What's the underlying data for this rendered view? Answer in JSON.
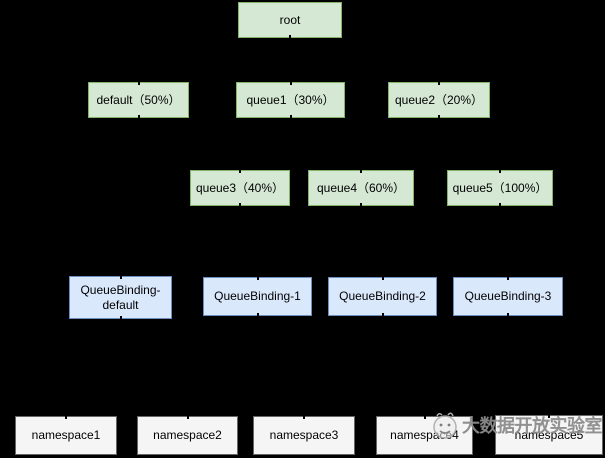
{
  "diagram": {
    "root": {
      "label": "root"
    },
    "level1": [
      {
        "label": "default（50%）"
      },
      {
        "label": "queue1（30%）"
      },
      {
        "label": "queue2（20%）"
      }
    ],
    "level2": [
      {
        "label": "queue3（40%）"
      },
      {
        "label": "queue4（60%）"
      },
      {
        "label": "queue5（100%）"
      }
    ],
    "bindings": [
      {
        "label": "QueueBinding-default"
      },
      {
        "label": "QueueBinding-1"
      },
      {
        "label": "QueueBinding-2"
      },
      {
        "label": "QueueBinding-3"
      }
    ],
    "namespaces": [
      {
        "label": "namespace1"
      },
      {
        "label": "namespace2"
      },
      {
        "label": "namespace3"
      },
      {
        "label": "namespace4"
      },
      {
        "label": "namespace5"
      }
    ],
    "colors": {
      "background": "#000000",
      "queue_fill": "#d5e8d4",
      "queue_border": "#82b366",
      "binding_fill": "#dae8fc",
      "binding_border": "#6c8ebf",
      "namespace_fill": "#f5f5f5",
      "namespace_border": "#666666",
      "watermark_text_color": "#8a8a8a"
    },
    "watermark": {
      "text": "大数据开放实验室",
      "logo": "lab-mascot-icon"
    }
  }
}
